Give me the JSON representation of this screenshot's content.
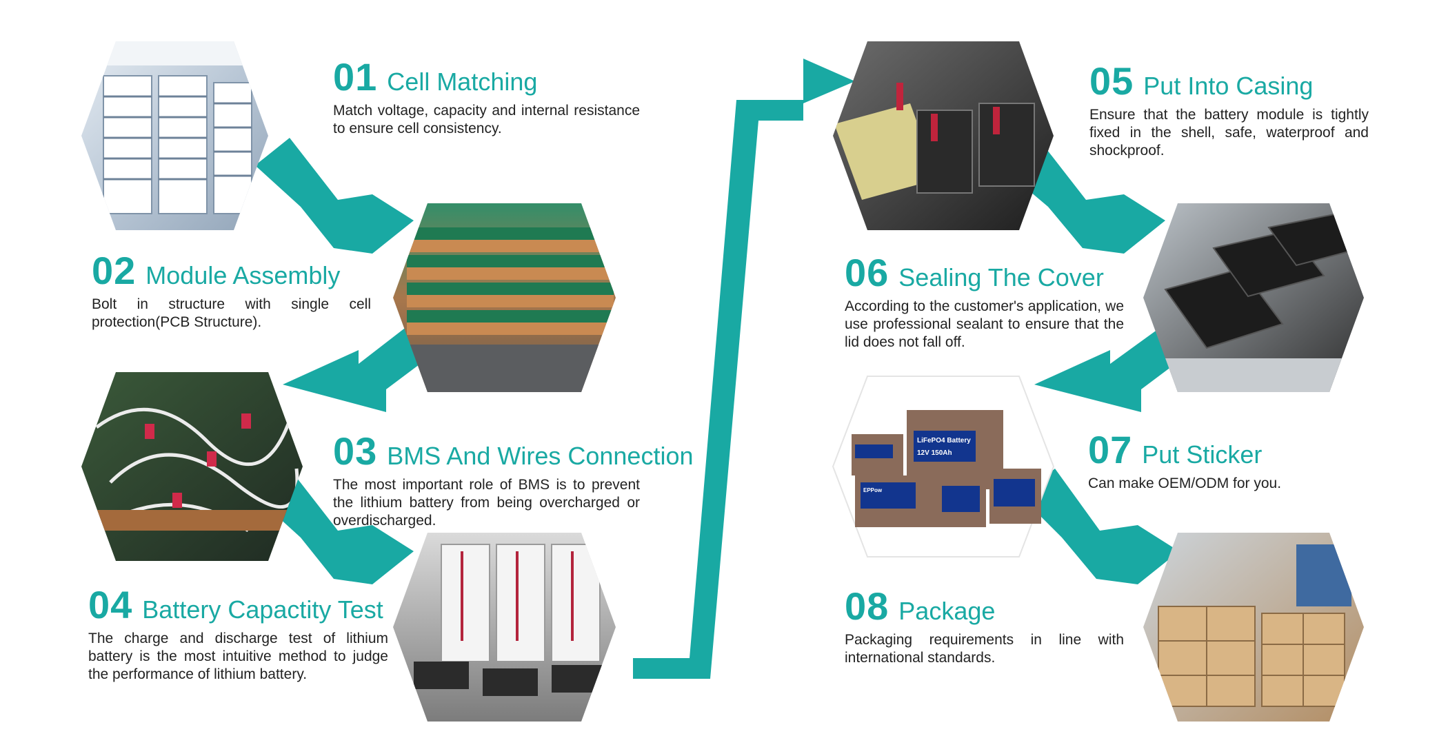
{
  "colors": {
    "accent": "#19a9a3",
    "text": "#222222",
    "background": "#ffffff"
  },
  "steps": [
    {
      "number": "01",
      "title": "Cell Matching",
      "description": "Match voltage, capacity and internal resistance to ensure cell consistency.",
      "image": "battery-aging-racks"
    },
    {
      "number": "02",
      "title": "Module Assembly",
      "description": "Bolt in structure with single cell protection(PCB Structure).",
      "image": "cell-modules-on-table"
    },
    {
      "number": "03",
      "title": "BMS And Wires Connection",
      "description": "The most important role of BMS is to prevent the lithium battery from being overcharged or overdischarged.",
      "image": "wired-battery-modules"
    },
    {
      "number": "04",
      "title": "Battery Capactity Test",
      "description": "The charge and discharge test of lithium battery is the most intuitive method to judge the performance of lithium battery.",
      "image": "capacity-test-station"
    },
    {
      "number": "05",
      "title": "Put  Into Casing",
      "description": "Ensure that the battery module is tightly fixed in the shell, safe, waterproof and shockproof.",
      "image": "modules-in-casing"
    },
    {
      "number": "06",
      "title": "Sealing The Cover",
      "description": "According to the customer's application, we use professional sealant to ensure that the lid does not fall off.",
      "image": "sealed-battery-row"
    },
    {
      "number": "07",
      "title": "Put Sticker",
      "description": "Can make OEM/ODM for you.",
      "image": "labeled-lifepo4-batteries"
    },
    {
      "number": "08",
      "title": "Package",
      "description": "Packaging requirements in line with international standards.",
      "image": "packed-cartons"
    }
  ],
  "product_labels": {
    "brand": "EPPow",
    "label_main": "LiFePO4 Battery",
    "label_rating": "12V 150Ah"
  }
}
